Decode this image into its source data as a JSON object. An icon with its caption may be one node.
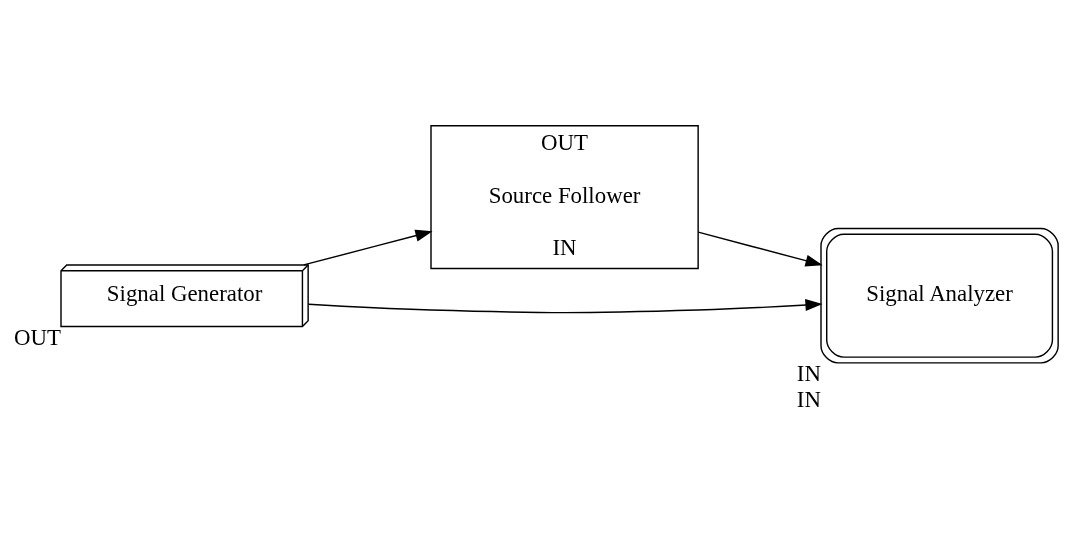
{
  "diagram": {
    "nodes": [
      {
        "text": [
          "OUT",
          "Source Follower",
          "IN"
        ]
      },
      {
        "text": [
          "Signal Analyzer"
        ],
        "beside": [
          "IN",
          "IN"
        ]
      },
      {
        "text": [
          "Signal Generator"
        ],
        "beside": [
          "OUT"
        ]
      }
    ],
    "edges": [
      {
        "from": 0,
        "to": 1,
        "arrow": "to"
      },
      {
        "from": 2,
        "to": 0,
        "arrow": "to"
      },
      {
        "from": 2,
        "to": 1,
        "arrow": "to"
      }
    ]
  }
}
